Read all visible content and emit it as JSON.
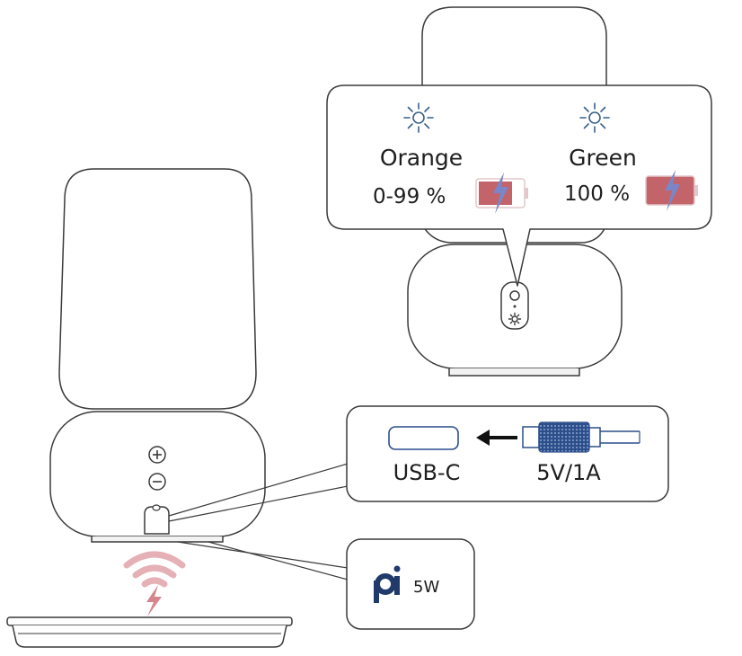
{
  "status_callout": {
    "orange": {
      "color_name": "Orange",
      "range": "0-99 %",
      "battery_state": "charging"
    },
    "green": {
      "color_name": "Green",
      "range": "100 %",
      "battery_state": "full"
    }
  },
  "usb_callout": {
    "port_label": "USB-C",
    "adapter_label": "5V/1A"
  },
  "wireless_callout": {
    "power_label": "5W"
  },
  "lamp_controls": {
    "plus_symbol": "+",
    "minus_symbol": "−"
  },
  "colors": {
    "outline": "#3a3a3a",
    "sun_icon": "#3a5f8a",
    "battery_fill": "#c2646a",
    "battery_bolt": "#7a86c8",
    "qi_logo": "#1f3a6b",
    "wireless_waves": "#e5b0b6",
    "wireless_bolt": "#d4858d",
    "cable_plug": "#2c4f8c"
  },
  "icons": [
    "sun-icon",
    "battery-icon",
    "bolt-icon",
    "qi-logo",
    "arrow-left-icon",
    "usb-c-port-icon",
    "cable-plug-icon",
    "wireless-waves-icon",
    "plus-icon",
    "minus-icon",
    "gear-icon"
  ]
}
